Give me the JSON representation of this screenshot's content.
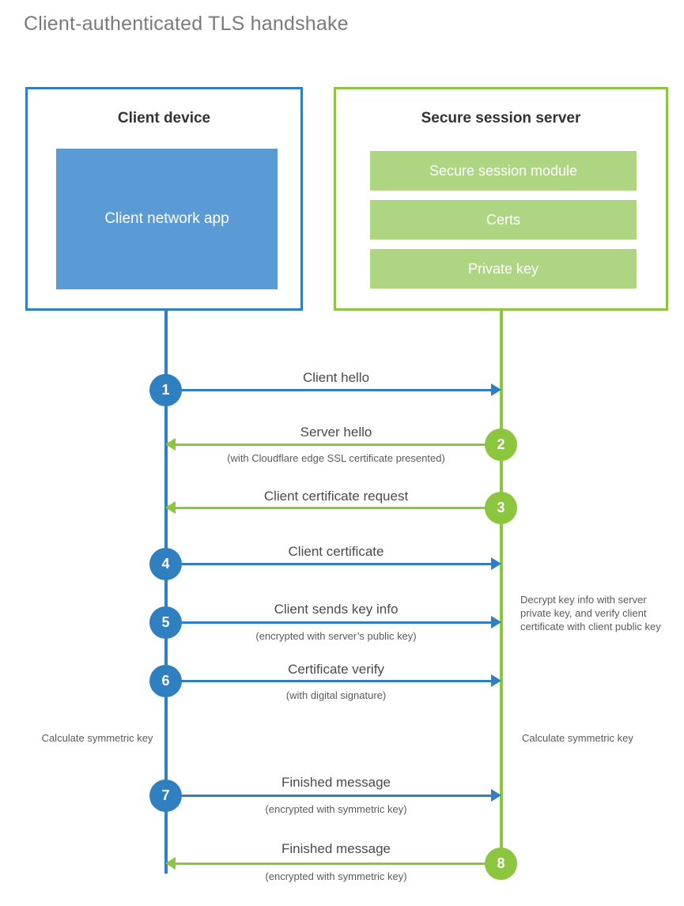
{
  "title": "Client-authenticated TLS handshake",
  "colors": {
    "client_blue": "#2f7fc1",
    "client_app_fill": "#5b9bd5",
    "server_green": "#8cc63e",
    "server_bar_fill": "#aed581",
    "title_gray": "#7a7a7a",
    "text_gray": "#5a5a5a"
  },
  "actors": {
    "client": {
      "title": "Client device",
      "app_label": "Client network app"
    },
    "server": {
      "title": "Secure session server",
      "components": [
        "Secure session module",
        "Certs",
        "Private key"
      ]
    }
  },
  "steps": [
    {
      "number": "1",
      "label": "Client hello",
      "sub": "",
      "direction": "client-to-server",
      "color": "blue"
    },
    {
      "number": "2",
      "label": "Server hello",
      "sub": "(with Cloudflare edge SSL certificate presented)",
      "direction": "server-to-client",
      "color": "green"
    },
    {
      "number": "3",
      "label": "Client certificate request",
      "sub": "",
      "direction": "server-to-client",
      "color": "green"
    },
    {
      "number": "4",
      "label": "Client certificate",
      "sub": "",
      "direction": "client-to-server",
      "color": "blue"
    },
    {
      "number": "5",
      "label": "Client sends key info",
      "sub": "(encrypted with server’s public key)",
      "direction": "client-to-server",
      "color": "blue"
    },
    {
      "number": "6",
      "label": "Certificate verify",
      "sub": "(with digital signature)",
      "direction": "client-to-server",
      "color": "blue"
    },
    {
      "number": "7",
      "label": "Finished message",
      "sub": "(encrypted with symmetric key)",
      "direction": "client-to-server",
      "color": "blue"
    },
    {
      "number": "8",
      "label": "Finished message",
      "sub": "(encrypted with symmetric key)",
      "direction": "server-to-client",
      "color": "green"
    }
  ],
  "notes": {
    "decrypt": "Decrypt key info with server private key, and verify client certificate with client public key",
    "calculate_client": "Calculate symmetric key",
    "calculate_server": "Calculate symmetric key"
  }
}
